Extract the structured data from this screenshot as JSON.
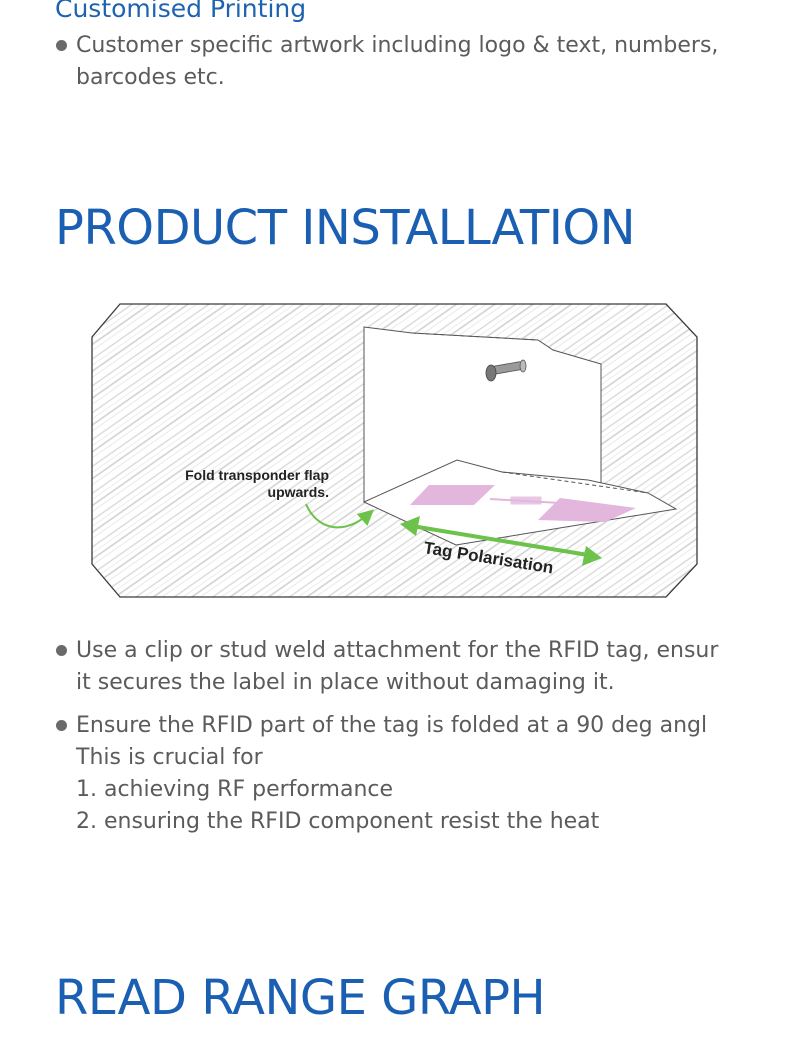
{
  "customised_printing": {
    "title": "Customised Printing",
    "bullet_lines": [
      "Customer specific artwork including logo & text, numbers,",
      "barcodes etc."
    ]
  },
  "installation": {
    "title": "PRODUCT INSTALLATION",
    "diagram": {
      "fold_label_line1": "Fold transponder flap",
      "fold_label_line2": "upwards.",
      "polarisation_label": "Tag Polarisation",
      "colors": {
        "arrow": "#6cc24a",
        "antenna": "#e2b6dd",
        "border": "#3a3a3a"
      }
    },
    "bullets": [
      {
        "lines": [
          "Use a clip or stud weld attachment for the RFID tag, ensur",
          "it secures the label in place without damaging it."
        ]
      },
      {
        "lines": [
          "Ensure the RFID part of the tag is folded at a 90 deg angl",
          "This is crucial for",
          "1. achieving RF performance",
          "2. ensuring the RFID component resist the heat"
        ]
      }
    ]
  },
  "read_range": {
    "title": "READ RANGE GRAPH"
  }
}
